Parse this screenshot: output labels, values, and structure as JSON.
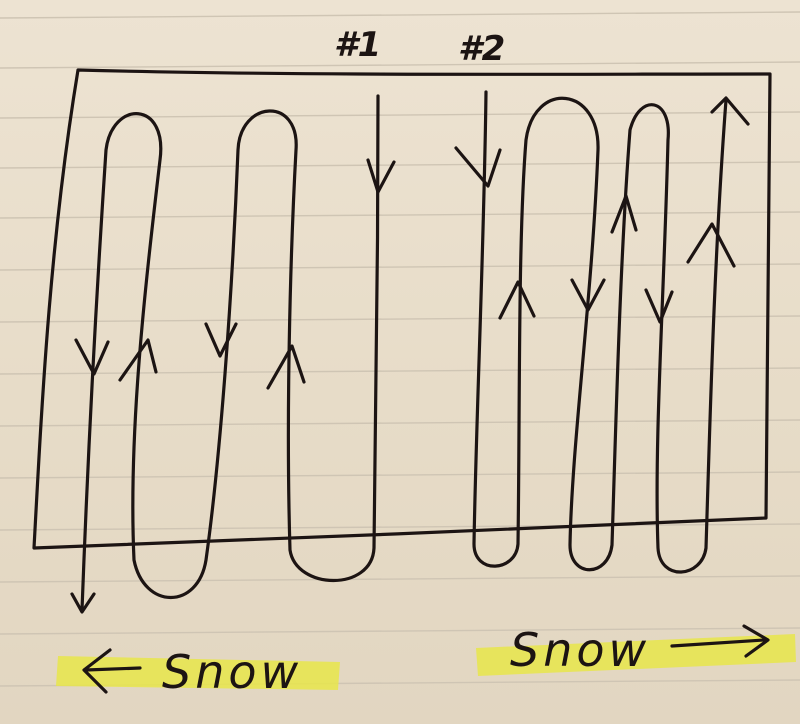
{
  "labels": {
    "pass_1": "#1",
    "pass_2": "#2",
    "snow_left": "Snow",
    "snow_right": "Snow"
  },
  "colors": {
    "paper": "#e9dfcc",
    "ruled_lines": "#cfc5b4",
    "ink": "#1c1413",
    "highlighter": "#e8e646"
  },
  "icons": {
    "left_arrow": "arrow-left-icon",
    "right_arrow": "arrow-right-icon",
    "flow_arrow": "arrowhead-icon"
  }
}
